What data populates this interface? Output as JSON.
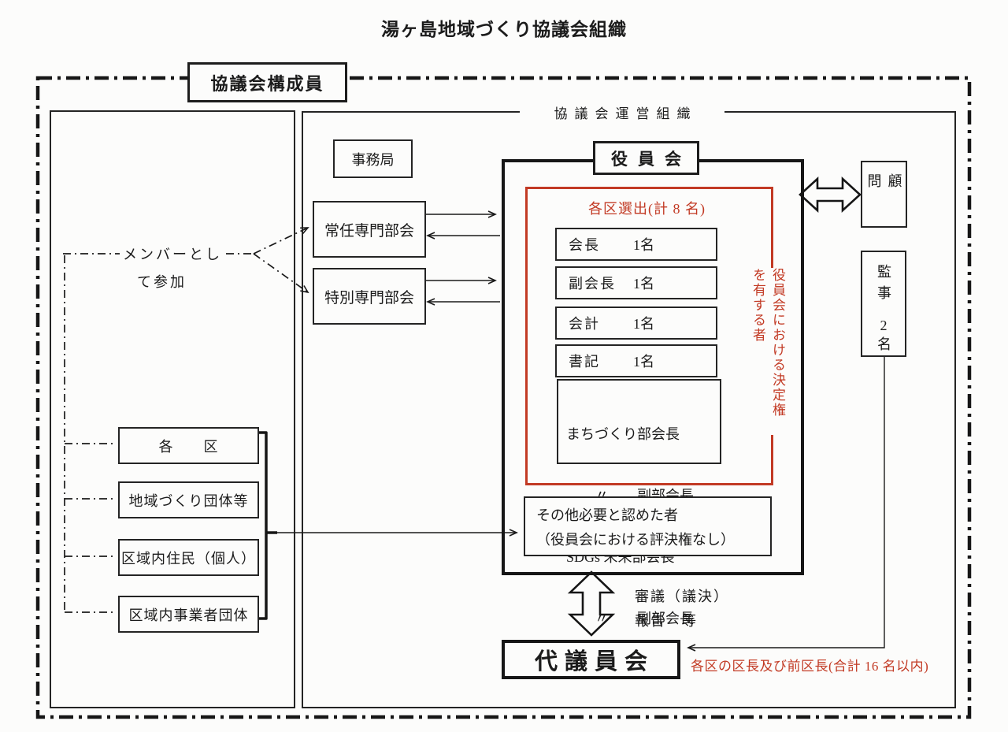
{
  "palette": {
    "ink": "#1b1b1b",
    "accent_red": "#c23a24",
    "paper": "#fcfcfb"
  },
  "title": "湯ヶ島地域づくり協議会組織",
  "council_members_label": "協議会構成員",
  "operating_org_label": "協議会運営組織",
  "participation": {
    "line1": "メンバーとし",
    "line2": "て参加"
  },
  "member_boxes": {
    "districts": "各　　区",
    "groups": "地域づくり団体等",
    "residents": "区域内住民（個人）",
    "businesses": "区域内事業者団体"
  },
  "secretariat": "事務局",
  "standing_subcommittee": "常任専門部会",
  "special_subcommittee": "特別専門部会",
  "board": {
    "title": "役員会",
    "elected_note": "各区選出(計 8 名)",
    "officers": [
      {
        "label": "会長",
        "count": "1名"
      },
      {
        "label": "副会長",
        "count": "1名"
      },
      {
        "label": "会計",
        "count": "1名"
      },
      {
        "label": "書記",
        "count": "1名"
      }
    ],
    "chairs_lines": [
      "まちづくり部会長",
      "　　〃　　副部会長",
      "SDGs 未来部会長",
      "　　〃　　副部会長"
    ],
    "decision_note_col1": "役員会における決定権",
    "decision_note_col2": "を有する者",
    "others_line1": "その他必要と認めた者",
    "others_line2": "（役員会における評決権なし）"
  },
  "advisor": "顧問",
  "auditor": {
    "label": "監事",
    "count": "2名"
  },
  "assembly": {
    "title": "代議員会",
    "note": "各区の区長及び前区長(合計 16 名以内)",
    "relation_line1": "審議（議決）",
    "relation_line2": "報告　等"
  }
}
